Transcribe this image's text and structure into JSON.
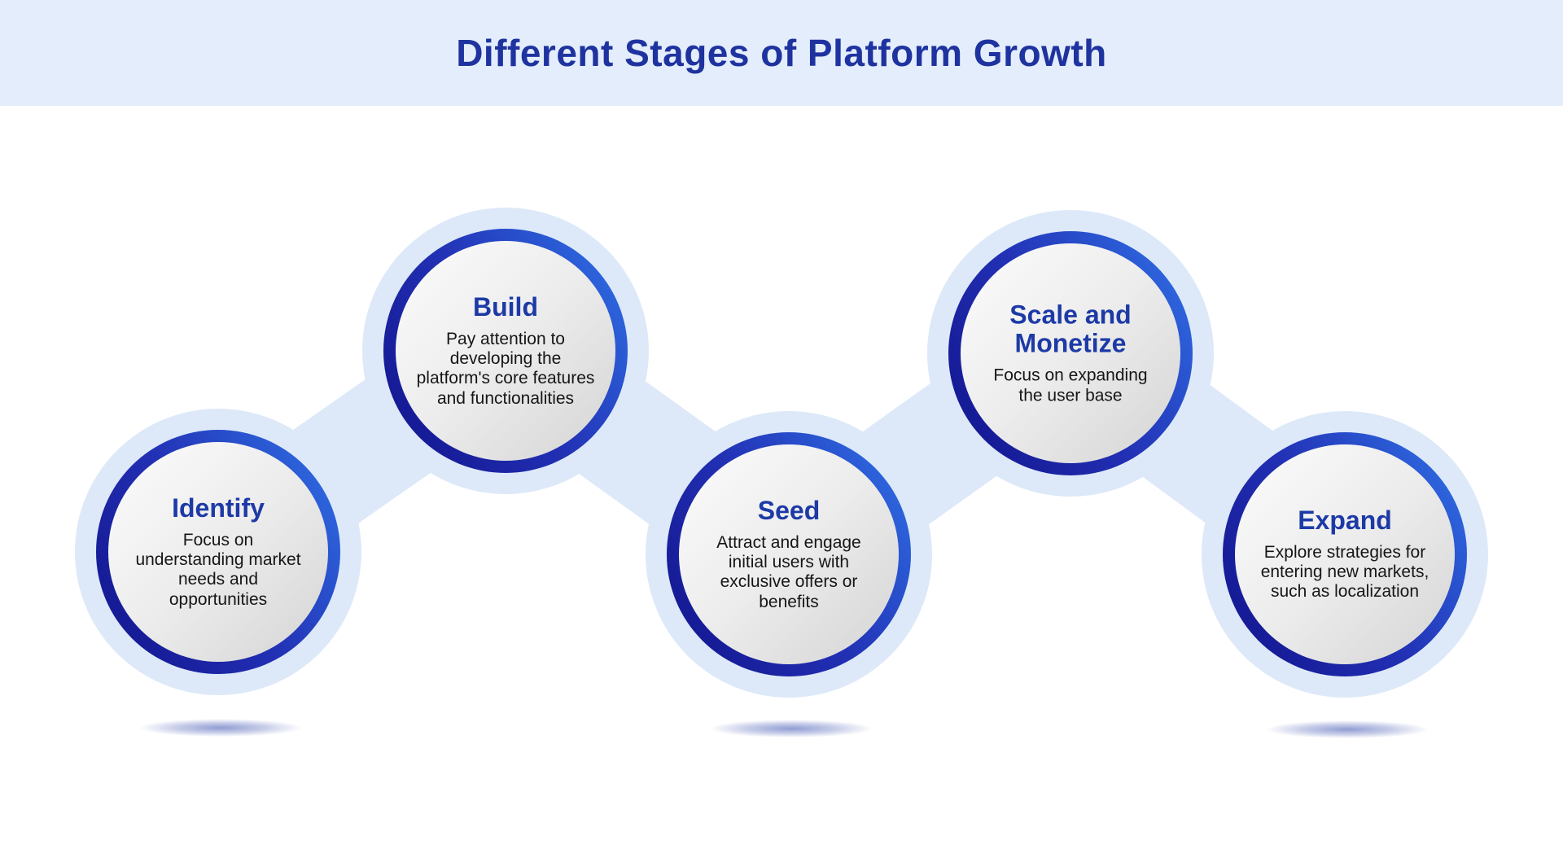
{
  "header": {
    "title": "Different Stages of Platform Growth"
  },
  "stages": [
    {
      "title": "Identify",
      "description": "Focus on\nunderstanding market\nneeds and\nopportunities"
    },
    {
      "title": "Build",
      "description": "Pay attention to\ndeveloping the\nplatform's core features\nand functionalities"
    },
    {
      "title": "Seed",
      "description": "Attract and engage\ninitial users with\nexclusive offers or\nbenefits"
    },
    {
      "title": "Scale and\nMonetize",
      "description": "Focus on expanding\nthe user base"
    },
    {
      "title": "Expand",
      "description": "Explore strategies for\nentering new markets,\nsuch as localization"
    }
  ],
  "colors": {
    "header_background": "#e4edfb",
    "title_blue": "#1e339f",
    "stage_title_blue": "#1d3aa6",
    "ring_dark_navy": "#161992",
    "ring_bright_blue": "#2f6fe4",
    "halo_band_blue": "#dde9f9",
    "inner_circle_light": "#fbfbfb",
    "inner_circle_gray": "#d4d4d5",
    "body_text": "#161616",
    "page_background": "#ffffff"
  }
}
